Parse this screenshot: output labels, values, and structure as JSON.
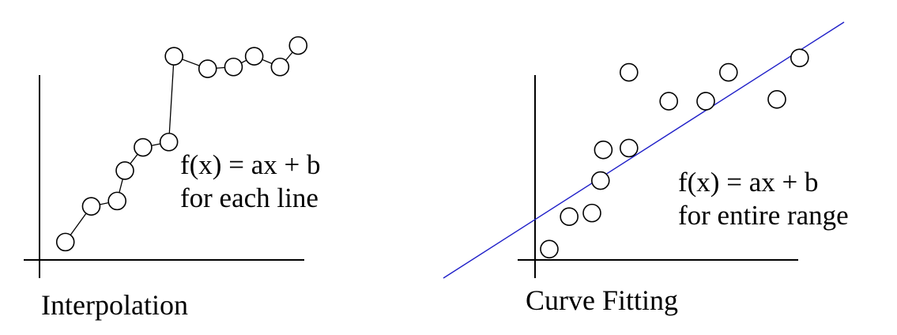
{
  "panels": [
    {
      "caption": "Interpolation",
      "equation_line1": "f(x) = ax + b",
      "equation_line2": "for each line"
    },
    {
      "caption": "Curve Fitting",
      "equation_line1": "f(x) = ax + b",
      "equation_line2": "for entire range"
    }
  ],
  "colors": {
    "fit_line": "#1f1fc8",
    "ink": "#000000"
  },
  "chart_data": [
    {
      "type": "line",
      "description_free": true,
      "points": [
        [
          1,
          1
        ],
        [
          2,
          3
        ],
        [
          3,
          3.3
        ],
        [
          3.3,
          5
        ],
        [
          4,
          6.3
        ],
        [
          5,
          6.6
        ],
        [
          5.2,
          11.4
        ],
        [
          6.5,
          10.7
        ],
        [
          7.5,
          10.8
        ],
        [
          8.3,
          11.4
        ],
        [
          9.3,
          10.8
        ],
        [
          10,
          12.0
        ]
      ],
      "xlim": [
        0,
        11
      ],
      "ylim": [
        0,
        13
      ]
    },
    {
      "type": "scatter",
      "points": [
        [
          0.5,
          0.6
        ],
        [
          1.2,
          2.4
        ],
        [
          2.0,
          2.6
        ],
        [
          2.3,
          4.4
        ],
        [
          2.4,
          6.1
        ],
        [
          3.3,
          6.2
        ],
        [
          3.3,
          10.4
        ],
        [
          4.7,
          8.8
        ],
        [
          6.0,
          8.8
        ],
        [
          6.8,
          10.4
        ],
        [
          8.5,
          8.9
        ],
        [
          9.3,
          11.2
        ]
      ],
      "fit_line": {
        "slope": 0.95,
        "intercept": 2.4
      },
      "xlim": [
        0,
        10
      ],
      "ylim": [
        0,
        12
      ]
    }
  ]
}
